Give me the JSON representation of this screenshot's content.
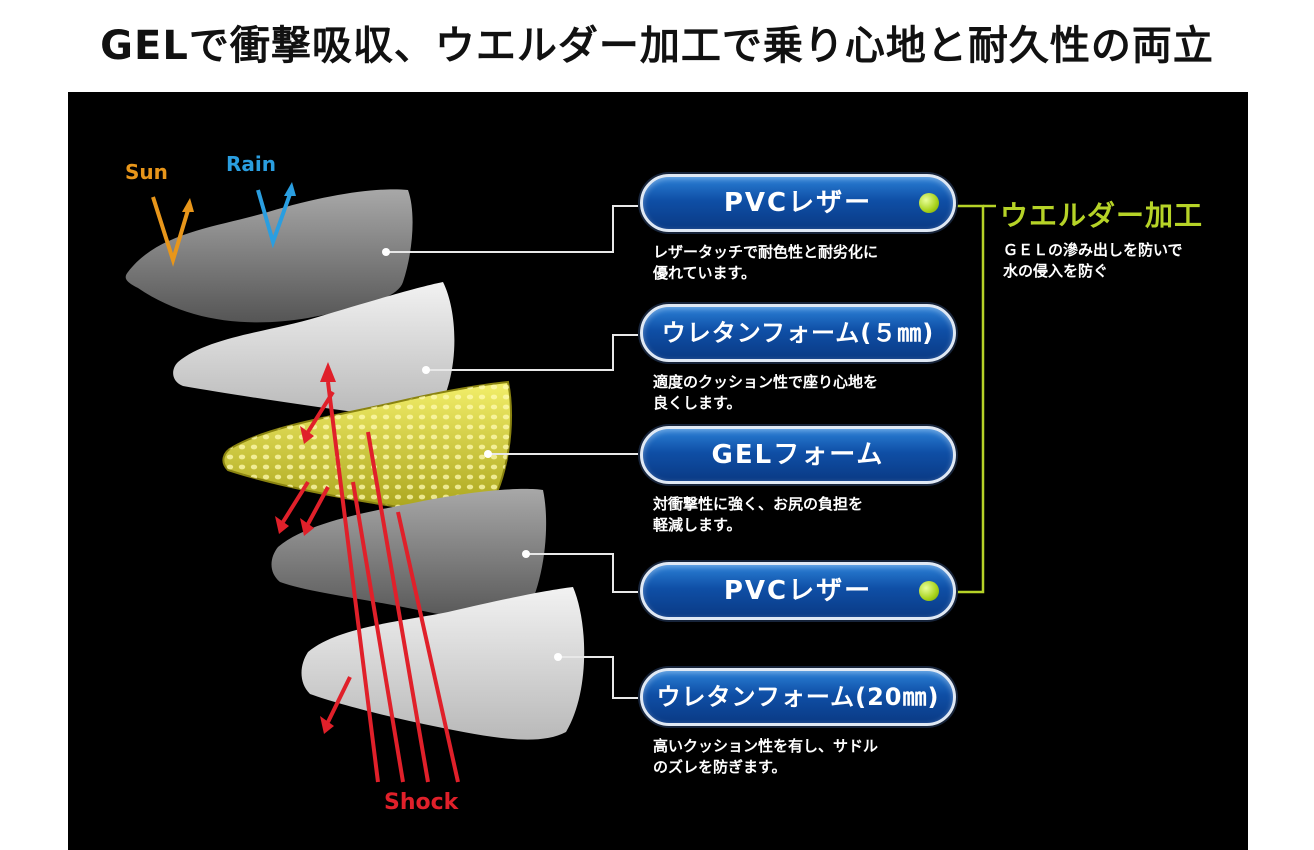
{
  "title": "GELで衝撃吸収、ウエルダー加工で乗り心地と耐久性の両立",
  "labels": {
    "sun": "Sun",
    "rain": "Rain",
    "shock": "Shock"
  },
  "welder": {
    "title": "ウエルダー加工",
    "desc_line1": "ＧＥＬの滲み出しを防いで",
    "desc_line2": "水の侵入を防ぐ"
  },
  "layers": [
    {
      "name": "PVCレザー",
      "desc_line1": "レザータッチで耐色性と耐劣化に",
      "desc_line2": "優れています。"
    },
    {
      "name": "ウレタンフォーム(５㎜)",
      "desc_line1": "適度のクッション性で座り心地を",
      "desc_line2": "良くします。"
    },
    {
      "name": "GELフォーム",
      "desc_line1": "対衝撃性に強く、お尻の負担を",
      "desc_line2": "軽減します。"
    },
    {
      "name": "PVCレザー",
      "desc_line1": "",
      "desc_line2": ""
    },
    {
      "name": "ウレタンフォーム(20㎜)",
      "desc_line1": "高いクッション性を有し、サドル",
      "desc_line2": "のズレを防ぎます。"
    }
  ],
  "colors": {
    "sun": "#e8961a",
    "rain": "#2a9ee0",
    "shock": "#e0202a",
    "welder": "#b6d327",
    "pill": "#0f4fa6",
    "gel": "#d8d334"
  },
  "icons": [
    "sun-arrow-icon",
    "rain-arrow-icon",
    "shock-arrow-icon",
    "connector-dot-icon"
  ]
}
